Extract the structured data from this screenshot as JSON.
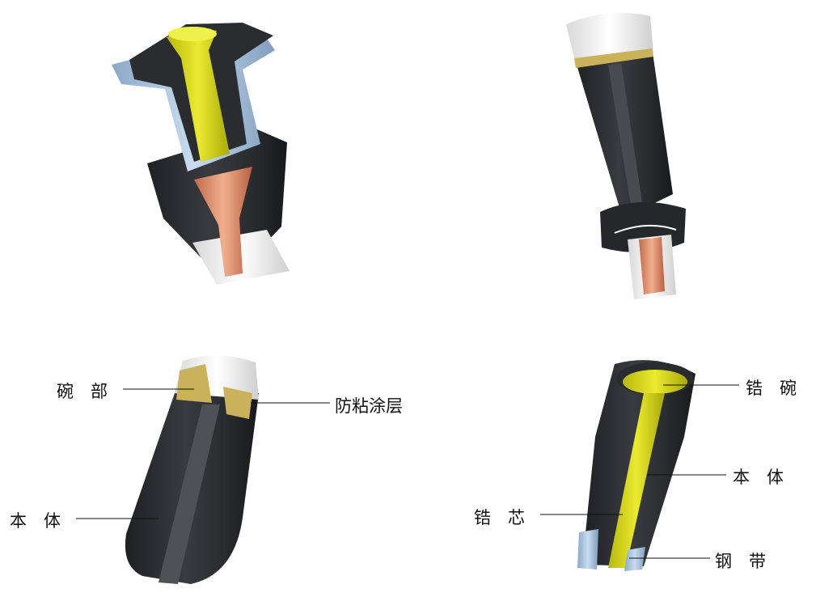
{
  "labels": {
    "wan_bu": "碗　部",
    "fang_nian_tu_ceng": "防粘涂层",
    "ben_ti_left": "本　体",
    "gao_wan": "锆　碗",
    "ben_ti_right": "本　体",
    "gao_xin": "锆　芯",
    "gang_dai": "钢　带"
  },
  "colors": {
    "body_dark": "#2c2d31",
    "body_mid": "#45464b",
    "body_light": "#65666b",
    "zirconia_yellow": "#dcdc1a",
    "zirconia_dark": "#a8a80e",
    "steel_band": "#a8c4e0",
    "copper_core": "#d98a6a",
    "white_coating": "#f4f4f4",
    "tan_coating": "#c9b25a"
  }
}
